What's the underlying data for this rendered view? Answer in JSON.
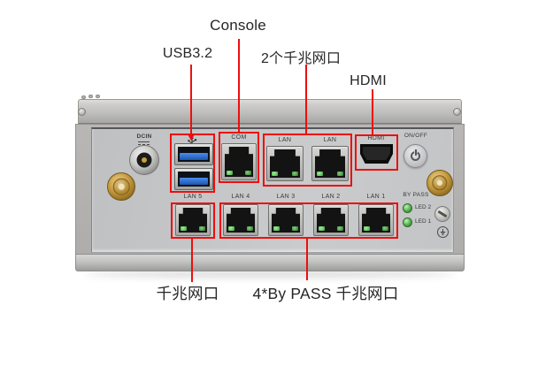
{
  "annotations": {
    "line_color": "#ee0e0e",
    "text_color": "#262626",
    "top": [
      "Console",
      "USB3.2",
      "2个千兆网口",
      "HDMI"
    ],
    "bottom": [
      "千兆网口",
      "4*By PASS 千兆网口"
    ]
  },
  "device": {
    "port_labels": {
      "dcin": "DCIN",
      "com": "COM",
      "lan_top": [
        "LAN",
        "LAN"
      ],
      "hdmi": "HDMI",
      "power": "ON/OFF",
      "lan_bottom": [
        "LAN 5",
        "LAN 4",
        "LAN 3",
        "LAN 2",
        "LAN 1"
      ],
      "bypass": "BY PASS",
      "leds": [
        "LED 2",
        "LED 1"
      ]
    },
    "icons": {
      "usb": "usb-trident-icon",
      "power": "power-icon",
      "ground": "ground-icon"
    },
    "colors": {
      "usb_port_blue": "#2f6fd0",
      "led_green": "#4db34d",
      "antenna_gold": "#c59a3e",
      "chassis_gray": "#b5b5b3"
    }
  }
}
